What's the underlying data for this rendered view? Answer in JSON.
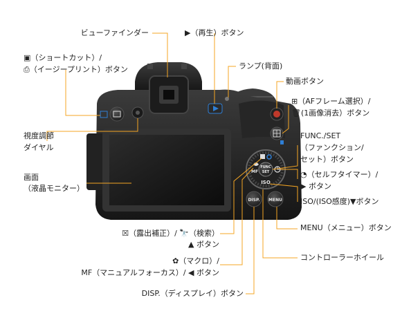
{
  "labels": {
    "viewfinder": "ビューファインダー",
    "play": "▶（再生）ボタン",
    "shortcut_1": "▣（ショートカット）/",
    "shortcut_2": "⎙（イージープリント）ボタン",
    "lamp": "ランプ(背面)",
    "movie": "動画ボタン",
    "af_1": "⊞（AFフレーム選択）/",
    "af_2": "🗑(1画像消去）ボタン",
    "diopter_1": "視度調節",
    "diopter_2": "ダイヤル",
    "func_1": "FUNC./SET",
    "func_2": "（ファンクション/",
    "func_3": "セット）ボタン",
    "screen_1": "画面",
    "screen_2": "（液晶モニター）",
    "selftimer_1": "◔（セルフタイマー）/",
    "selftimer_2": "▶ ボタン",
    "iso": "ISO/(ISO感度)▼ボタン",
    "exposure_1": "☒（露出補正）/ 🔭（検索）",
    "exposure_2": "▲ ボタン",
    "menu": "MENU（メニュー）ボタン",
    "macro_1": "✿（マクロ）/",
    "macro_2": "MF（マニュアルフォーカス）/ ◀ ボタン",
    "controller": "コントローラーホイール",
    "disp": "DISP.（ディスプレイ）ボタン"
  },
  "camera": {
    "func_line1": "FUNC",
    "func_line2": "SET",
    "iso": "ISO",
    "disp": "DISP.",
    "menu": "MENU",
    "mf": "MF"
  },
  "colors": {
    "leader": "#f5a623",
    "body": "#2a2a2a",
    "accent_red": "#c0392b",
    "accent_blue": "#2f7fd6"
  }
}
